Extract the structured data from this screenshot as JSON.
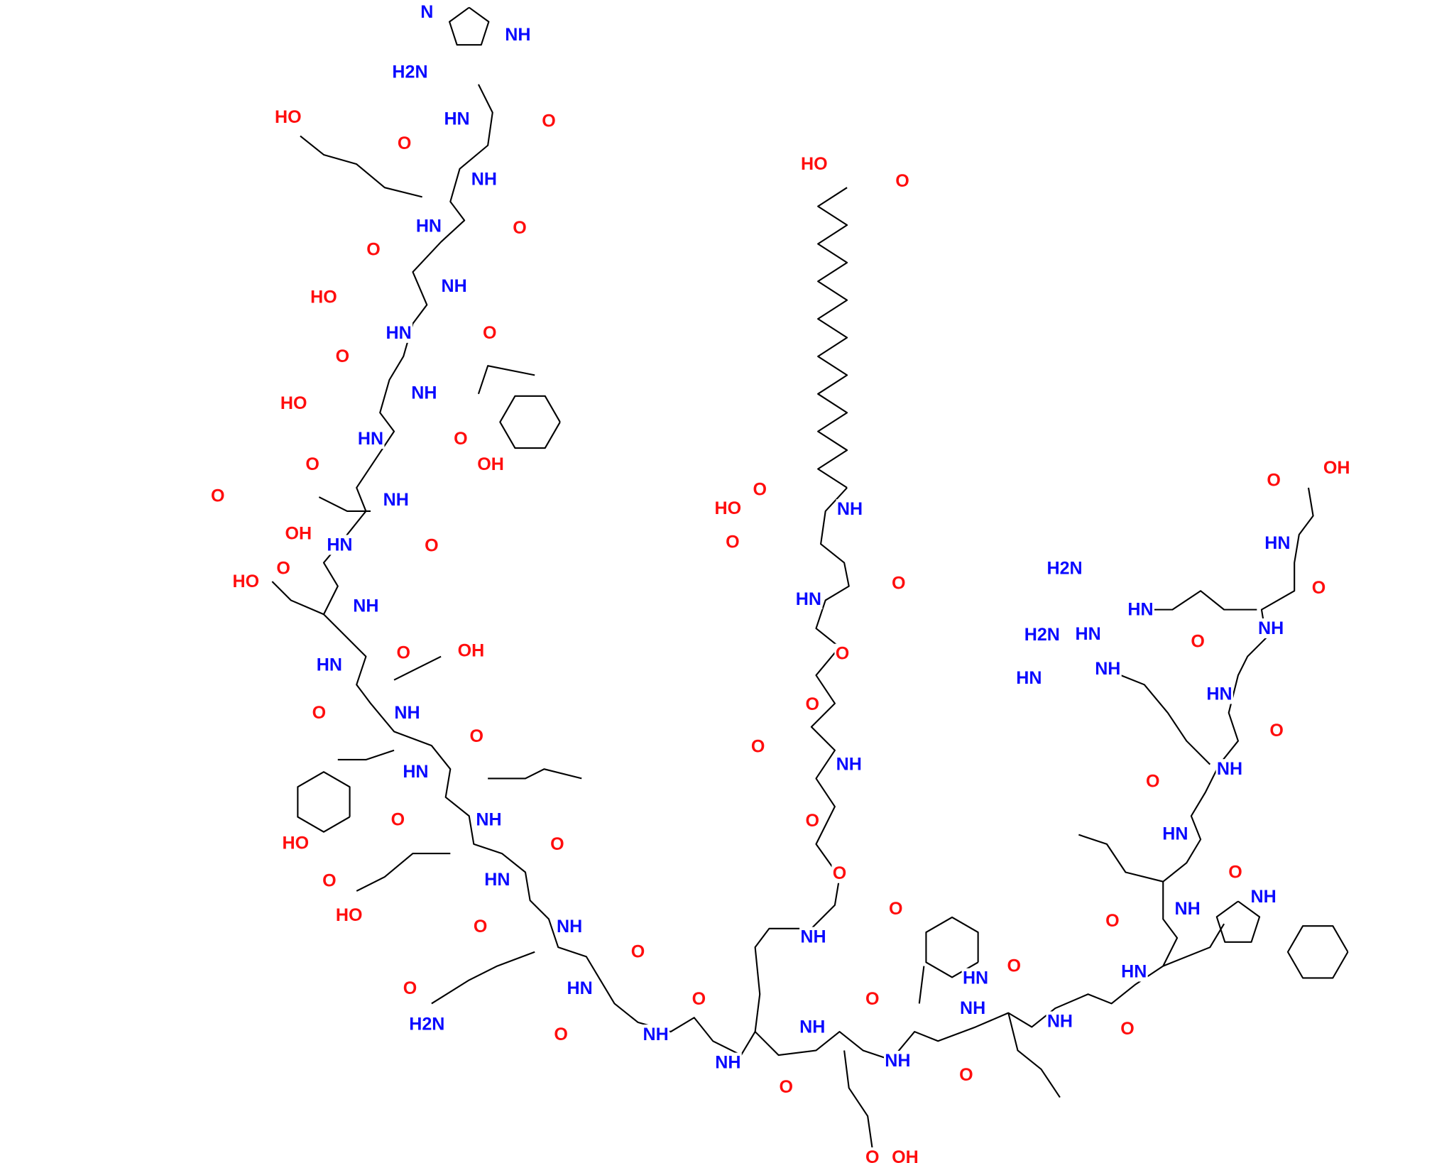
{
  "diagram": {
    "type": "chemical-structure",
    "colors": {
      "nitrogen": "#0a0aff",
      "oxygen": "#ff0d0d",
      "bond": "#000000"
    },
    "atom_labels": [
      "N",
      "NH",
      "H2N",
      "O",
      "HN",
      "HO",
      "O",
      "NH",
      "HN",
      "O",
      "O",
      "NH",
      "HO",
      "HN",
      "O",
      "O",
      "NH",
      "HO",
      "HN",
      "O",
      "O",
      "OH",
      "O",
      "NH",
      "OH",
      "HN",
      "O",
      "O",
      "HO",
      "NH",
      "O",
      "OH",
      "HN",
      "O",
      "NH",
      "O",
      "HN",
      "O",
      "NH",
      "HO",
      "O",
      "HN",
      "O",
      "HO",
      "O",
      "NH",
      "O",
      "O",
      "H2N",
      "HN",
      "O",
      "NH",
      "O",
      "NH",
      "O",
      "NH",
      "O",
      "NH",
      "O",
      "NH",
      "HO",
      "O",
      "O",
      "NH",
      "HO",
      "O",
      "O",
      "HN",
      "O",
      "O",
      "O",
      "NH",
      "O",
      "O",
      "O",
      "NH",
      "O",
      "OH",
      "HN",
      "H2N",
      "HN",
      "HN",
      "O",
      "NH",
      "H2N",
      "O",
      "HN",
      "NH",
      "HN",
      "O",
      "O",
      "NH",
      "HN",
      "O",
      "NH",
      "O",
      "NH",
      "HN",
      "O",
      "O",
      "NH",
      "HN",
      "O",
      "OH"
    ]
  }
}
